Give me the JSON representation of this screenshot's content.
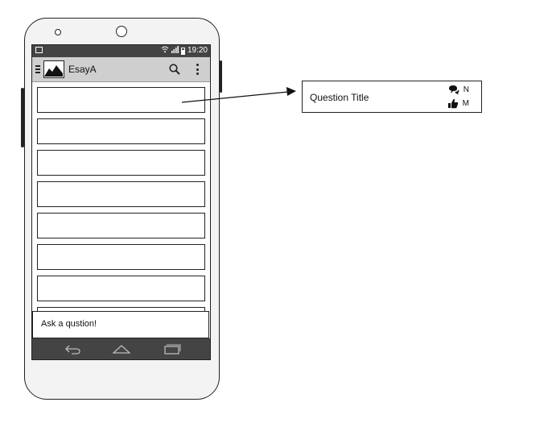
{
  "status_bar": {
    "time": "19:20"
  },
  "app_bar": {
    "title": "EsayA",
    "icons": [
      "menu-icon",
      "image-icon",
      "search-icon",
      "overflow-menu-icon"
    ]
  },
  "ask_box": {
    "label": "Ask a qustion!"
  },
  "detail_card": {
    "title": "Question Title",
    "answers_count": "N",
    "likes_count": "M",
    "icons": [
      "chat-bubbles-icon",
      "thumbs-up-icon"
    ]
  },
  "nav_bar": {
    "icons": [
      "back-icon",
      "home-icon",
      "recent-apps-icon"
    ]
  }
}
